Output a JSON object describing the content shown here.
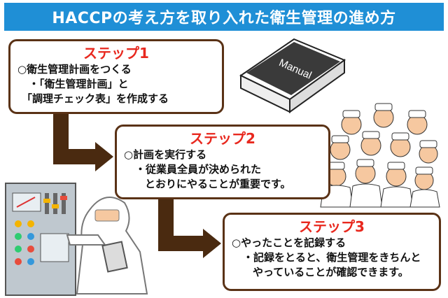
{
  "header": {
    "title": "HACCPの考え方を取り入れた衛生管理の進め方"
  },
  "colors": {
    "banner": "#1f8fd6",
    "step_title": "#e8281e",
    "border": "#5a3216",
    "arrow": "#4a2a10"
  },
  "manual": {
    "label": "Manual"
  },
  "steps": [
    {
      "title": "ステップ1",
      "main": "○衛生管理計画をつくる",
      "sub1": "・「衛生管理計画」と",
      "sub2": "「調理チェック表」を作成する"
    },
    {
      "title": "ステップ2",
      "main": "○計画を実行する",
      "sub1": "・従業員全員が決められた",
      "sub2": "とおりにやることが重要です。"
    },
    {
      "title": "ステップ3",
      "main": "○やったことを記録する",
      "sub1": "・記録をとると、衛生管理をきちんと",
      "sub2": "やっていることが確認できます。"
    }
  ],
  "illustrations": [
    "manual-book",
    "kitchen-staff-group",
    "worker-at-control-panel"
  ]
}
